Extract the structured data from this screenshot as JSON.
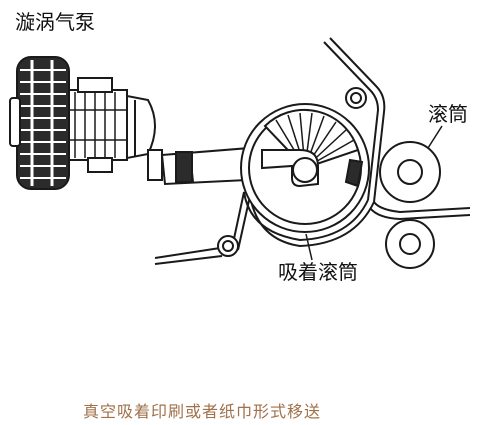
{
  "labels": {
    "vortex_pump": "漩涡气泵",
    "roller": "滚筒",
    "suction_roller": "吸着滚筒"
  },
  "caption": "真空吸着印刷或者纸巾形式移送",
  "colors": {
    "line": "#1a1a1a",
    "caption": "#a0714a",
    "background": "#ffffff"
  }
}
